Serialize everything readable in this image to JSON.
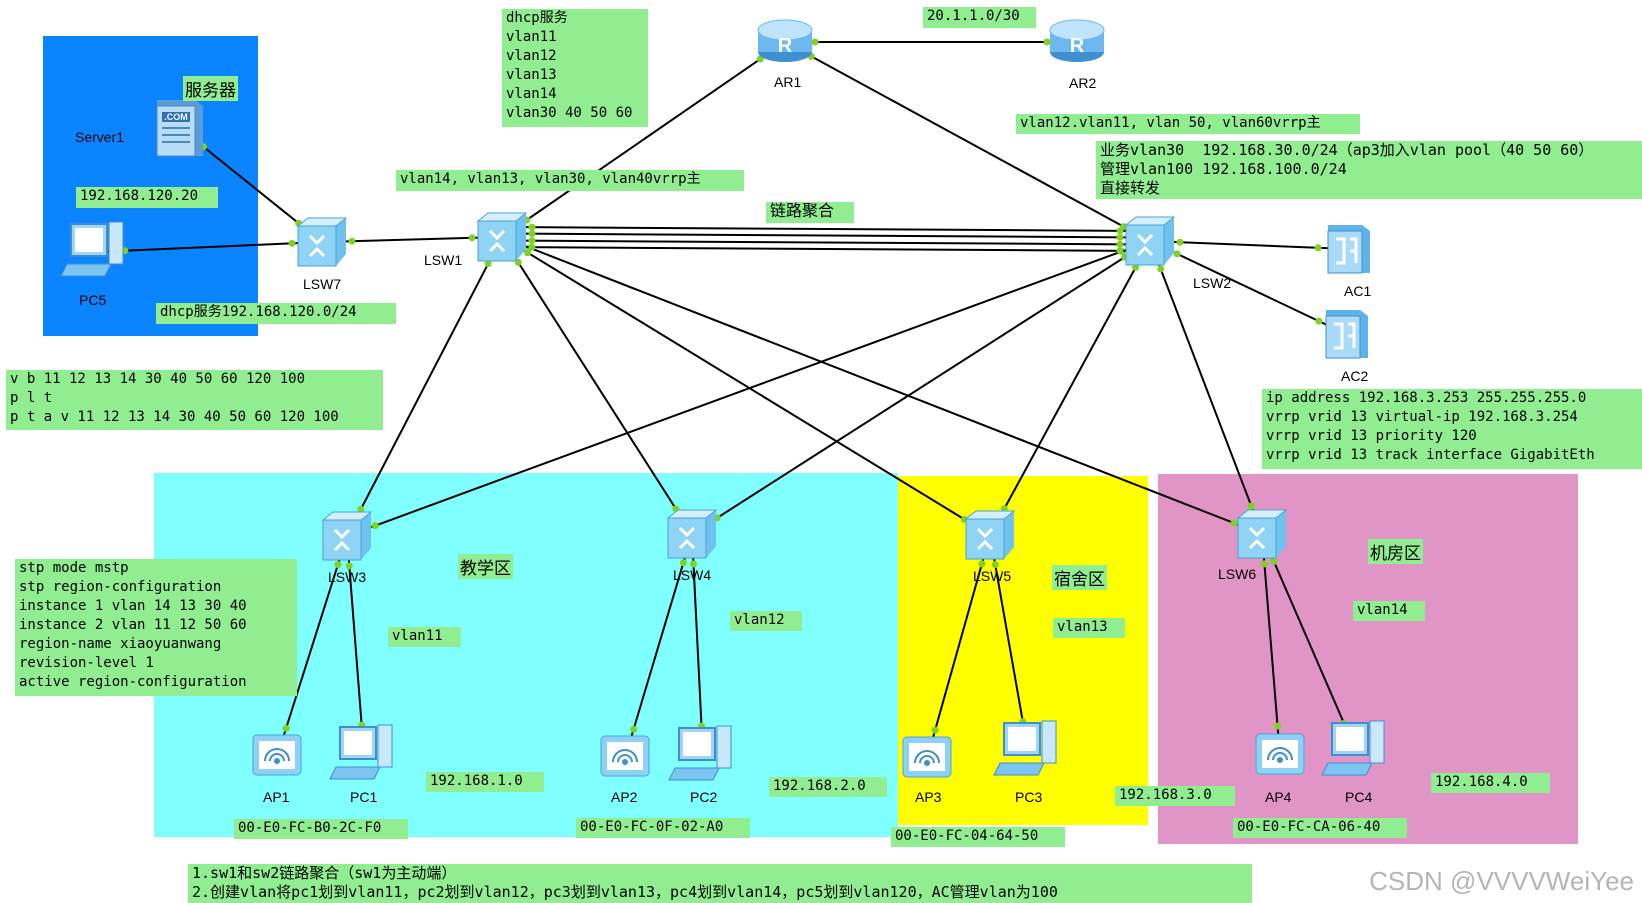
{
  "zones": {
    "server": {
      "color": "#0a84ff"
    },
    "teaching": {
      "label": "教学区",
      "color": "#80ffff"
    },
    "dorm": {
      "label": "宿舍区",
      "color": "#ffff00"
    },
    "machine": {
      "label": "机房区",
      "color": "#e195c6"
    }
  },
  "devices": {
    "ar1": {
      "label": "AR1",
      "icon": "router-icon"
    },
    "ar2": {
      "label": "AR2",
      "icon": "router-icon"
    },
    "server1": {
      "label": "Server1",
      "caption": "服务器",
      "icon": "server-icon"
    },
    "pc5": {
      "label": "PC5",
      "icon": "pc-icon"
    },
    "lsw7": {
      "label": "LSW7",
      "icon": "switch-icon"
    },
    "lsw1": {
      "label": "LSW1",
      "icon": "switch-icon"
    },
    "lsw2": {
      "label": "LSW2",
      "icon": "switch-icon"
    },
    "ac1": {
      "label": "AC1",
      "icon": "ac-icon"
    },
    "ac2": {
      "label": "AC2",
      "icon": "ac-icon"
    },
    "lsw3": {
      "label": "LSW3",
      "icon": "switch-icon"
    },
    "lsw4": {
      "label": "LSW4",
      "icon": "switch-icon"
    },
    "lsw5": {
      "label": "LSW5",
      "icon": "switch-icon"
    },
    "lsw6": {
      "label": "LSW6",
      "icon": "switch-icon"
    },
    "ap1": {
      "label": "AP1",
      "icon": "ap-icon"
    },
    "pc1": {
      "label": "PC1",
      "icon": "pc-icon"
    },
    "ap2": {
      "label": "AP2",
      "icon": "ap-icon"
    },
    "pc2": {
      "label": "PC2",
      "icon": "pc-icon"
    },
    "ap3": {
      "label": "AP3",
      "icon": "ap-icon"
    },
    "pc3": {
      "label": "PC3",
      "icon": "pc-icon"
    },
    "ap4": {
      "label": "AP4",
      "icon": "ap-icon"
    },
    "pc4": {
      "label": "PC4",
      "icon": "pc-icon"
    }
  },
  "notes": {
    "dhcp_service": "dhcp服务\nvlan11\nvlan12\nvlan13\nvlan14\nvlan30 40 50 60",
    "wan_subnet": "20.1.1.0/30",
    "lsw2_vrrp": "vlan12.vlan11, vlan 50, vlan60vrrp主",
    "business": "业务vlan30  192.168.30.0/24（ap3加入vlan pool（40 50 60）\n管理vlan100 192.168.100.0/24\n直接转发",
    "lsw1_vrrp": "vlan14, vlan13, vlan30, vlan40vrrp主",
    "link_agg": "链路聚合",
    "server_ip": "192.168.120.20",
    "dhcp_pool": "dhcp服务192.168.120.0/24",
    "vlan_cmds": "v b 11 12 13 14 30 40 50 60 120 100\np l t\np t a v 11 12 13 14 30 40 50 60 120 100",
    "vrrp_cmds": "ip address 192.168.3.253 255.255.255.0\nvrrp vrid 13 virtual-ip 192.168.3.254\nvrrp vrid 13 priority 120\nvrrp vrid 13 track interface GigabitEth",
    "stp_cmds": "stp mode mstp\nstp region-configuration\ninstance 1 vlan 14 13 30 40\ninstance 2 vlan 11 12 50 60\nregion-name xiaoyuanwang\nrevision-level 1\nactive region-configuration",
    "vlan11": "vlan11",
    "vlan12": "vlan12",
    "vlan13": "vlan13",
    "vlan14": "vlan14",
    "net1": "192.168.1.0",
    "net2": "192.168.2.0",
    "net3": "192.168.3.0",
    "net4": "192.168.4.0",
    "mac1": "00-E0-FC-B0-2C-F0",
    "mac2": "00-E0-FC-0F-02-A0",
    "mac3": "00-E0-FC-04-64-50",
    "mac4": "00-E0-FC-CA-06-40",
    "tasks": "1.sw1和sw2链路聚合（sw1为主动端）\n2.创建vlan将pc1划到vlan11，pc2划到vlan12，pc3划到vlan13，pc4划到vlan14，pc5划到vlan120，AC管理vlan为100"
  },
  "watermark": "CSDN @VVVVWeiYee",
  "colors": {
    "link": "#000000",
    "port_dot": "#7ed321",
    "note_bg": "#90ee90"
  }
}
